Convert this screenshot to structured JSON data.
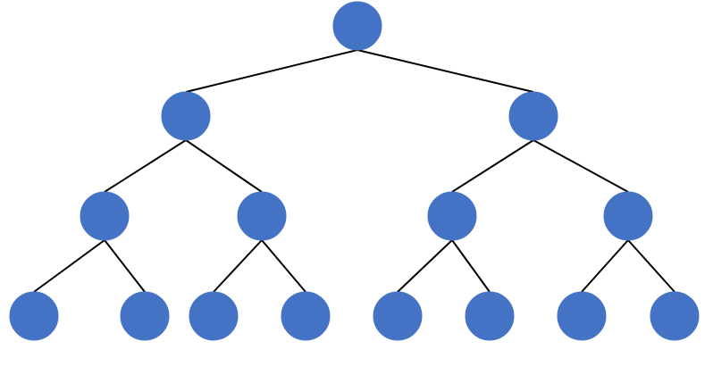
{
  "diagram": {
    "type": "binary-tree",
    "depth": 4,
    "node_color": "#4472C4",
    "edge_color": "#000000",
    "nodes": [
      {
        "id": "n1",
        "level": 0
      },
      {
        "id": "n2",
        "level": 1,
        "parent": "n1"
      },
      {
        "id": "n3",
        "level": 1,
        "parent": "n1"
      },
      {
        "id": "n4",
        "level": 2,
        "parent": "n2"
      },
      {
        "id": "n5",
        "level": 2,
        "parent": "n2"
      },
      {
        "id": "n6",
        "level": 2,
        "parent": "n3"
      },
      {
        "id": "n7",
        "level": 2,
        "parent": "n3"
      },
      {
        "id": "n8",
        "level": 3,
        "parent": "n4"
      },
      {
        "id": "n9",
        "level": 3,
        "parent": "n4"
      },
      {
        "id": "n10",
        "level": 3,
        "parent": "n5"
      },
      {
        "id": "n11",
        "level": 3,
        "parent": "n5"
      },
      {
        "id": "n12",
        "level": 3,
        "parent": "n6"
      },
      {
        "id": "n13",
        "level": 3,
        "parent": "n6"
      },
      {
        "id": "n14",
        "level": 3,
        "parent": "n7"
      },
      {
        "id": "n15",
        "level": 3,
        "parent": "n7"
      }
    ]
  }
}
